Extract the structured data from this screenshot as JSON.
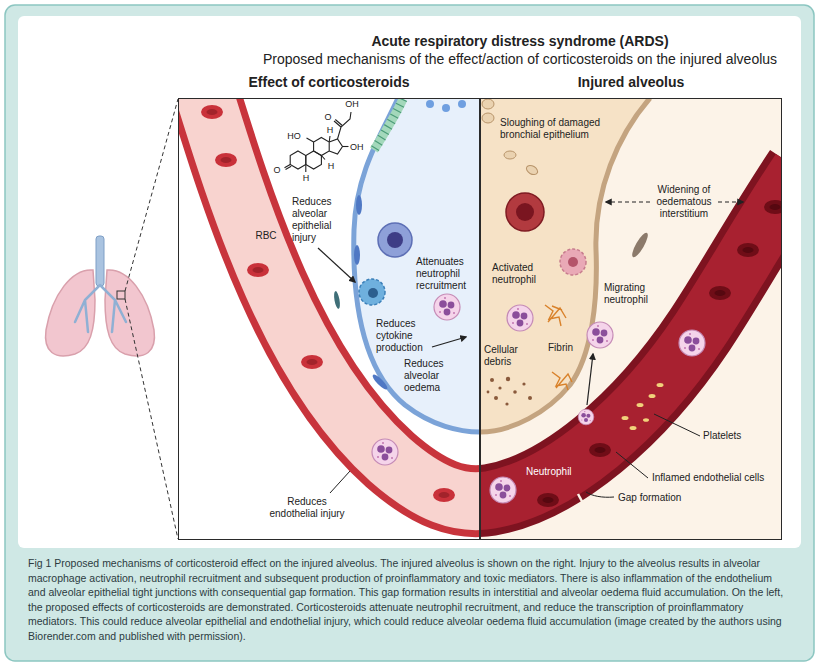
{
  "diagram": {
    "title": "Acute respiratory distress syndrome (ARDS)",
    "caption": "Fig 1 Proposed mechanisms of corticosteroid effect on the injured alveolus. The injured alveolus is shown on the right. Injury to the alveolus results in alveolar macrophage activation, neutrophil recruitment and subsequent production of proinflammatory and toxic mediators. There is also inflammation of the endothelium and alveolar epithelial tight junctions with consequential gap formation. This gap formation results in interstitial and alveolar oedema fluid accumulation. On the left, the proposed effects of corticosteroids are demonstrated. Corticosteroids attenuate neutrophil recruitment, and reduce the transcription of proinflammatory mediators. This could reduce alveolar epithelial and endothelial injury, which could reduce alveolar oedema fluid accumulation (image created by the authors using Biorender.com and published with permission).",
    "nodes": [
      {
        "text": [
          "Effect of corticosteroids"
        ]
      },
      {
        "text": [
          "Injured alveolus"
        ]
      }
    ],
    "labels": [
      "Proposed mechanisms of the effect/action of corticosteroids on the injured alveolus",
      "OH",
      "O",
      "HO",
      "OH",
      "H",
      "H",
      "H",
      "O",
      "RBC",
      "Reduces alveolar epithelial injury",
      "Attenuates neutrophil recruitment",
      "Reduces cytokine production",
      "Reduces alveolar oedema",
      "Reduces endothelial injury",
      "Sloughing of damaged bronchial epithelium",
      "Widening of oedematous interstitium",
      "Activated neutrophil",
      "Fibrin",
      "Migrating neutrophil",
      "Cellular debris",
      "Platelets",
      "Neutrophil",
      "Inflamed endothelial cells",
      "Gap formation"
    ]
  }
}
